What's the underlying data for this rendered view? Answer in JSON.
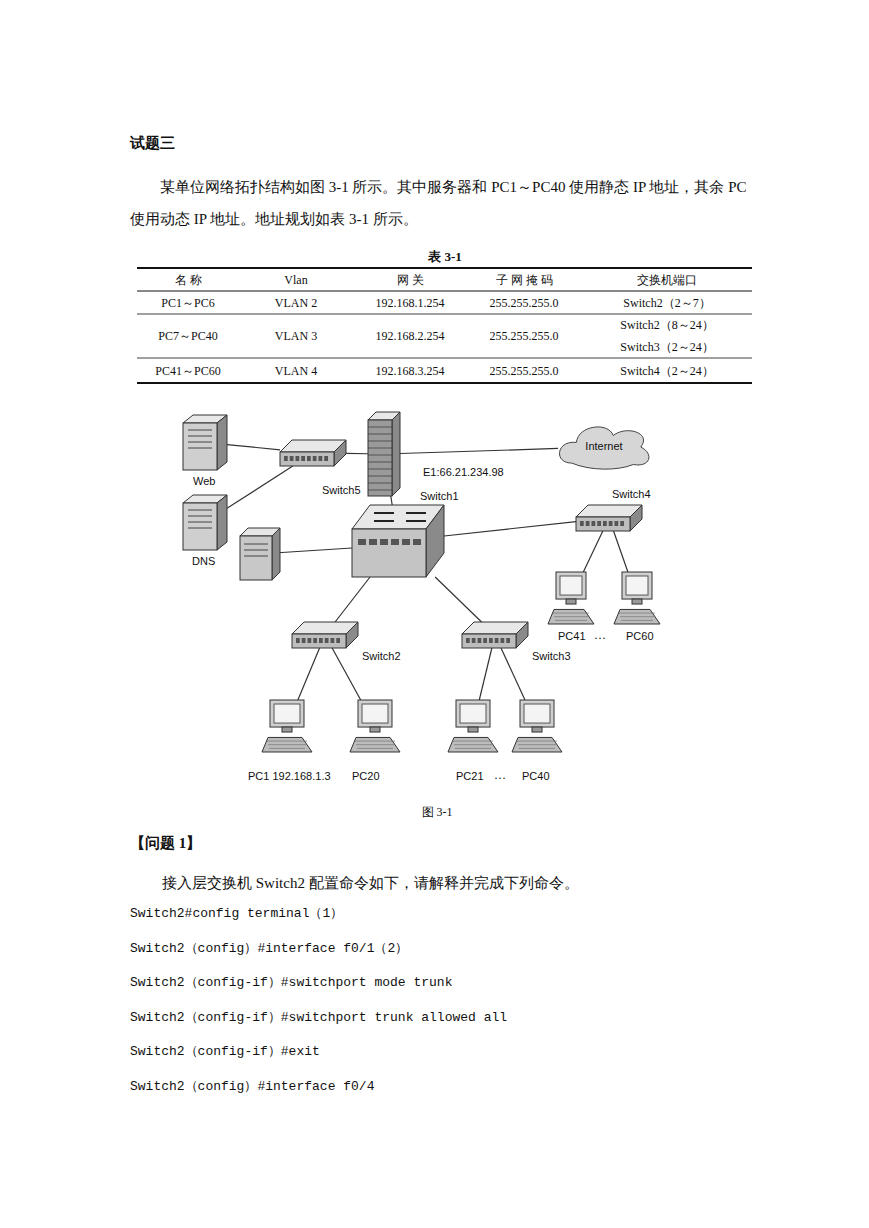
{
  "diagram": {
    "title": "试题三",
    "nodes": [
      {
        "text": [
          "Web"
        ]
      },
      {
        "text": [
          "Switch5"
        ]
      },
      {
        "text": [
          "E1:66.21.234.98"
        ]
      },
      {
        "text": [
          "Internet"
        ]
      },
      {
        "text": [
          "DNS"
        ]
      },
      {
        "text": [
          "Switch1"
        ]
      },
      {
        "text": [
          "Switch4"
        ]
      },
      {
        "text": [
          "PC41"
        ]
      },
      {
        "text": [
          "PC60"
        ]
      },
      {
        "text": [
          "Switch2"
        ]
      },
      {
        "text": [
          "Switch3"
        ]
      },
      {
        "text": [
          "PC1 192.168.1.3"
        ]
      },
      {
        "text": [
          "PC20"
        ]
      },
      {
        "text": [
          "PC21"
        ]
      },
      {
        "text": [
          "PC40"
        ]
      }
    ],
    "edges": [
      {
        "from": 0,
        "to": 1,
        "arrow": "none"
      },
      {
        "from": 4,
        "to": 1,
        "arrow": "none"
      },
      {
        "from": 1,
        "to": 2,
        "arrow": "none"
      },
      {
        "from": 2,
        "to": 3,
        "arrow": "none"
      },
      {
        "from": 2,
        "to": 5,
        "arrow": "none"
      },
      {
        "from": 5,
        "to": 6,
        "arrow": "none"
      },
      {
        "from": 5,
        "to": 9,
        "arrow": "none"
      },
      {
        "from": 5,
        "to": 10,
        "arrow": "none"
      },
      {
        "from": 6,
        "to": 7,
        "arrow": "none"
      },
      {
        "from": 6,
        "to": 8,
        "arrow": "none"
      },
      {
        "from": 9,
        "to": 11,
        "arrow": "none"
      },
      {
        "from": 9,
        "to": 12,
        "arrow": "none"
      },
      {
        "from": 10,
        "to": 13,
        "arrow": "none"
      },
      {
        "from": 10,
        "to": 14,
        "arrow": "none"
      }
    ],
    "labels": [
      "某单位网络拓扑结构如图 3-1 所示。其中服务器和 PC1～PC40 使用静态 IP 地址，其余 PC 使用动态 IP 地址。地址规划如表 3-1 所示。",
      "表 3-1",
      "名 称",
      "Vlan",
      "网 关",
      "子 网 掩 码",
      "交换机端口",
      "PC1～PC6",
      "VLAN 2",
      "192.168.1.254",
      "255.255.255.0",
      "Switch2（2～7）",
      "PC7～PC40",
      "VLAN 3",
      "192.168.2.254",
      "255.255.255.0",
      "Switch2（8～24）",
      "Switch3（2～24）",
      "PC41～PC60",
      "VLAN 4",
      "192.168.3.254",
      "255.255.255.0",
      "Switch4（2～24）",
      "···",
      "···",
      "图 3-1",
      "【问题 1】",
      "接入层交换机 Switch2 配置命令如下，请解释并完成下列命令。",
      "Switch2#config terminal（1）",
      "Switch2（config）#interface f0/1（2）",
      "Switch2（config-if）#switchport mode trunk",
      "Switch2（config-if）#switchport trunk allowed all",
      "Switch2（config-if）#exit",
      "Switch2（config）#interface f0/4"
    ]
  }
}
